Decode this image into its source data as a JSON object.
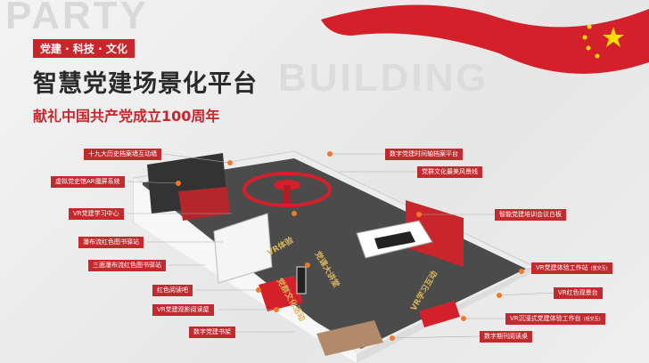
{
  "watermark": {
    "line1": "PARTY",
    "line2": "BUILDING"
  },
  "header": {
    "tagline": "党建 · 科技 · 文化",
    "title": "智慧党建场景化平台",
    "subtitle": "献礼中国共产党成立100周年"
  },
  "labels_left": [
    "十九大历史档案墙互动墙",
    "虚拟党史馆AR魔屏系统",
    "VR党建学习中心",
    "瀑布流红色图书驿站",
    "三面瀑布流红色图书驿站",
    "红色阅读吧",
    "VR党建观影阅读屋",
    "数字党建书架"
  ],
  "labels_right": [
    {
      "text": "数字党建时间轴档案平台",
      "note": ""
    },
    {
      "text": "党群文化最美风景线",
      "note": ""
    },
    {
      "text": "智能党建培训会议白板",
      "note": ""
    },
    {
      "text": "VR党建体验工作站",
      "note": "(重交互)"
    },
    {
      "text": "VR红色观景台",
      "note": ""
    },
    {
      "text": "VR沉浸式党建体验工作台",
      "note": "(轻交互)"
    },
    {
      "text": "数字期刊阅读桌",
      "note": ""
    }
  ],
  "floor_text": [
    "VR体验",
    "党群文化活动",
    "党课大讲堂",
    "VR学习互动"
  ],
  "colors": {
    "red": "#c8262b",
    "floor": "#4a4a4a",
    "wall": "#f2f2f2"
  }
}
